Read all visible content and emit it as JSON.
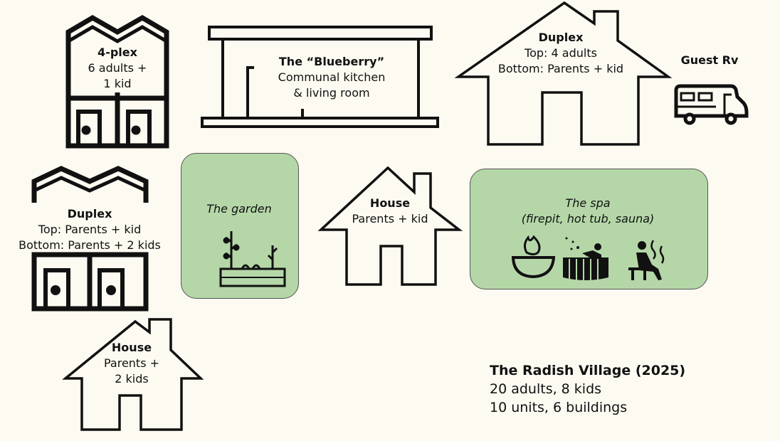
{
  "buildings": {
    "fourplex": {
      "title": "4-plex",
      "line1": "6 adults +",
      "line2": "1 kid"
    },
    "blueberry": {
      "title": "The “Blueberry”",
      "line1": "Communal kitchen",
      "line2": "& living room"
    },
    "duplex_top_right": {
      "title": "Duplex",
      "line1": "Top: 4 adults",
      "line2": "Bottom: Parents + kid"
    },
    "guest_rv": {
      "title": "Guest Rv"
    },
    "duplex_left": {
      "title": "Duplex",
      "line1": "Top: Parents + kid",
      "line2": "Bottom: Parents + 2 kids"
    },
    "house_middle": {
      "title": "House",
      "line1": "Parents + kid"
    },
    "house_bottom": {
      "title": "House",
      "line1": "Parents +",
      "line2": "2 kids"
    }
  },
  "areas": {
    "garden": {
      "title": "The garden"
    },
    "spa": {
      "title": "The spa",
      "subtitle": "(firepit, hot tub, sauna)"
    }
  },
  "summary": {
    "title": "The Radish Village (2025)",
    "line1": "20 adults, 8 kids",
    "line2": "10 units, 6 buildings"
  },
  "colors": {
    "background": "#fdfaf1",
    "area_fill": "#b5d7a8",
    "ink": "#111111"
  }
}
